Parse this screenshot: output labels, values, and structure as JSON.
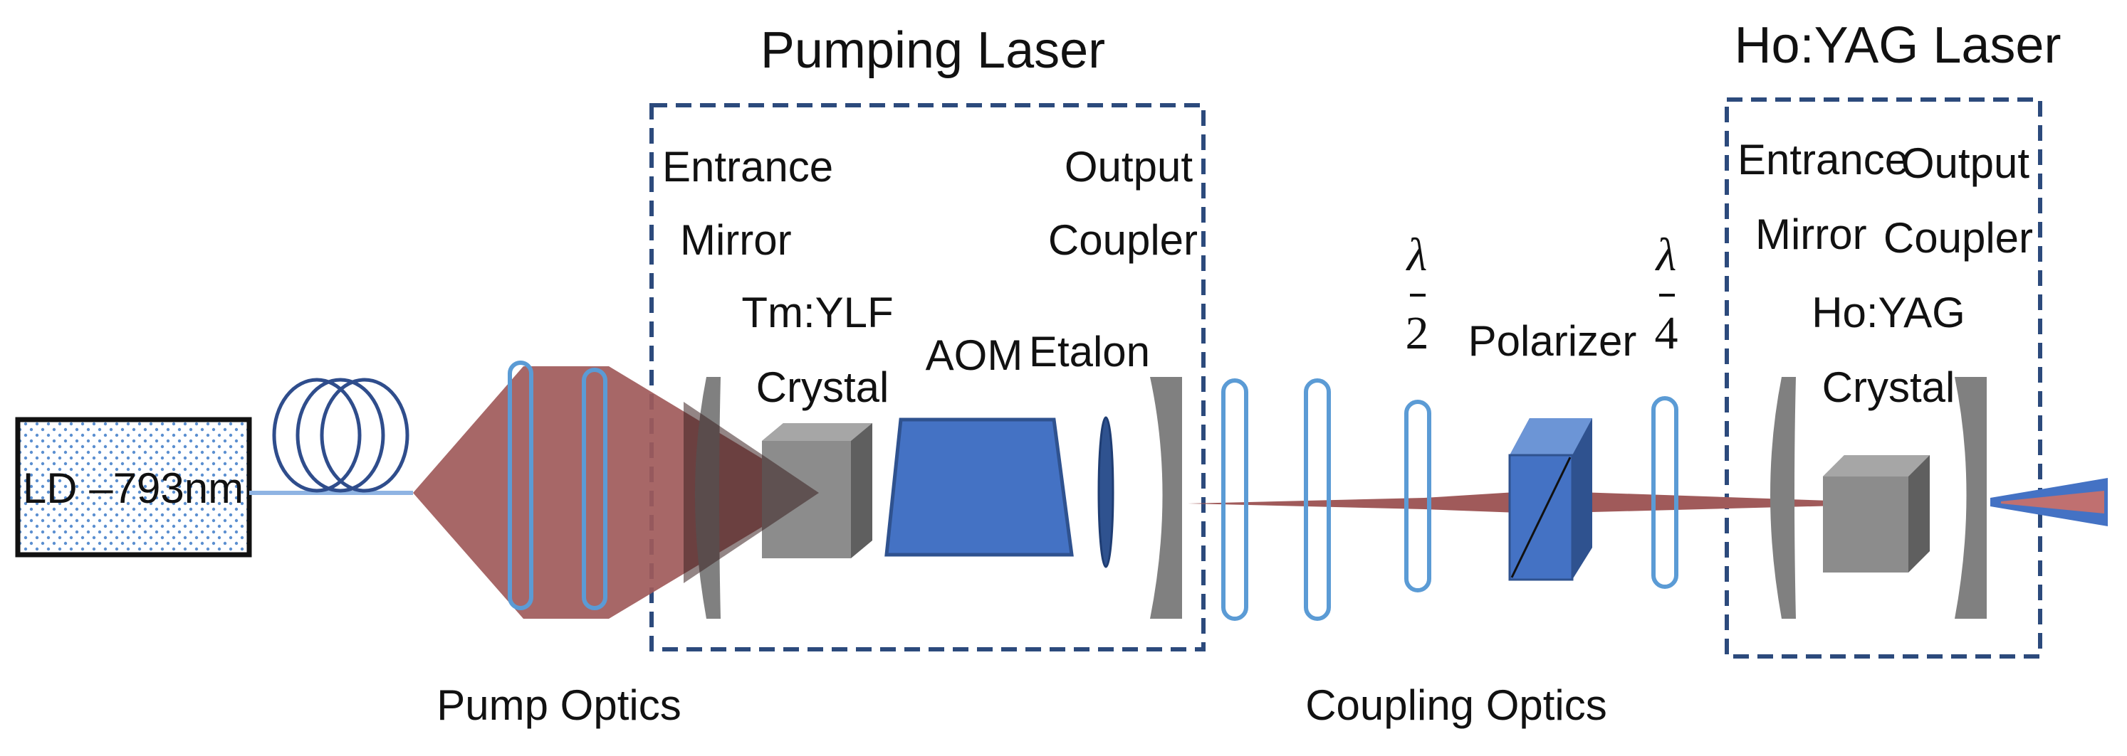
{
  "titles": {
    "pumping_laser": "Pumping Laser",
    "hoyag_laser": "Ho:YAG Laser"
  },
  "source": {
    "label": "LD –793nm"
  },
  "pumping": {
    "entrance_mirror": [
      "Entrance",
      "Mirror"
    ],
    "output_coupler": [
      "Output",
      "Coupler"
    ],
    "crystal": [
      "Tm:YLF",
      "Crystal"
    ],
    "aom": "AOM",
    "etalon": "Etalon"
  },
  "coupling": {
    "half_wave": {
      "numerator": "λ",
      "denominator": "2"
    },
    "quarter_wave": {
      "numerator": "λ",
      "denominator": "4"
    },
    "polarizer": "Polarizer"
  },
  "hoyag": {
    "entrance_mirror": [
      "Entrance",
      "Mirror"
    ],
    "output_coupler": [
      "Output",
      "Coupler"
    ],
    "crystal": [
      "Ho:YAG",
      "Crystal"
    ]
  },
  "bottom_labels": {
    "pump_optics": "Pump Optics",
    "coupling_optics": "Coupling Optics"
  },
  "colors": {
    "beam": "#a05a5a",
    "box_dash": "#2c4a7c",
    "lens": "#5b9bd5",
    "mirror": "#808080",
    "aom": "#4472c4",
    "fiber": "#2f4d8c"
  }
}
